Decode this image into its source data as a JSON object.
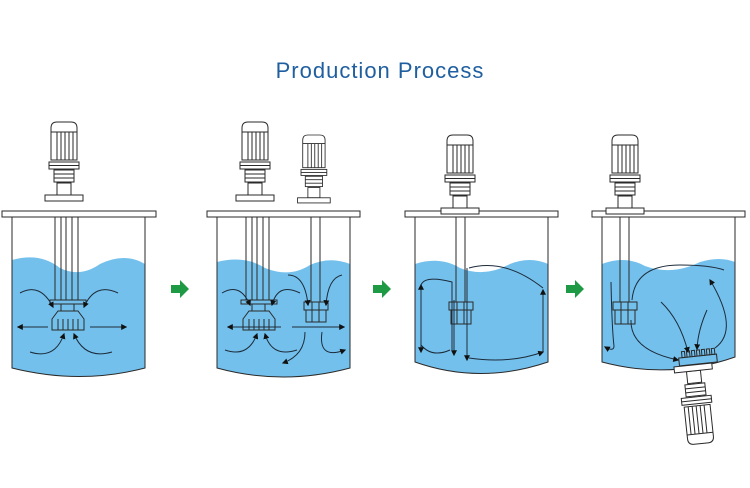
{
  "title": "Production Process",
  "colors": {
    "title": "#1f5fa0",
    "liquid": "#74c0ec",
    "outline": "#2a2a2a",
    "step_arrow": "#1e9a45"
  },
  "steps": [
    {
      "id": 1,
      "description": "single top-entry high-shear mixer: radial and axial circulation around rotor-stator head",
      "mixers": [
        "top-entry-high-shear"
      ]
    },
    {
      "id": 2,
      "description": "high-shear mixer combined with second top-entry disperser",
      "mixers": [
        "top-entry-high-shear",
        "top-entry-disperser"
      ]
    },
    {
      "id": 3,
      "description": "single top-entry mixer: full-tank vertical loop circulation",
      "mixers": [
        "top-entry-mixer"
      ]
    },
    {
      "id": 4,
      "description": "top-entry mixer combined with bottom-entry homogenizer",
      "mixers": [
        "top-entry-mixer",
        "bottom-entry-homogenizer"
      ]
    }
  ],
  "connectors": [
    {
      "from": 1,
      "to": 2,
      "icon": "arrow-right-icon"
    },
    {
      "from": 2,
      "to": 3,
      "icon": "arrow-right-icon"
    },
    {
      "from": 3,
      "to": 4,
      "icon": "arrow-right-icon"
    }
  ]
}
